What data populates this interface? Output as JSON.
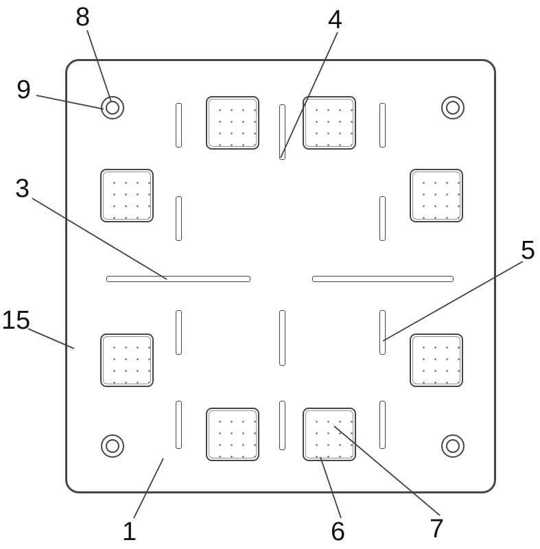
{
  "figure": {
    "labels": {
      "n8": "8",
      "n9": "9",
      "n4": "4",
      "n3": "3",
      "n5": "5",
      "n15": "15",
      "n1": "1",
      "n6": "6",
      "n7": "7"
    },
    "colors": {
      "line": "#3f3f3f",
      "outline": "#454545",
      "background": "#ffffff",
      "label_text": "#111111",
      "stipple_dot": "#5a5a5a"
    }
  }
}
